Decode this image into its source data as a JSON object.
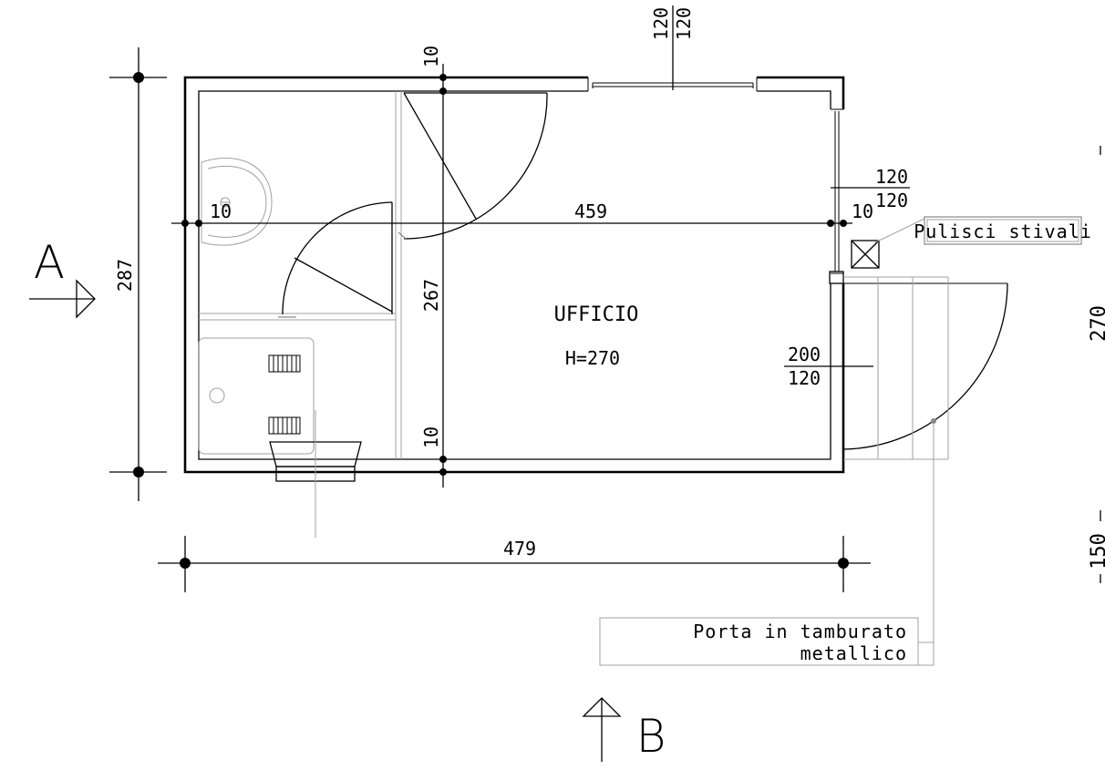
{
  "room": {
    "name": "UFFICIO",
    "height": "H=270"
  },
  "dimensions": {
    "overall_width": "479",
    "overall_height": "287",
    "inner_width": "459",
    "inner_height": "267",
    "wall_top": "10",
    "wall_bottom": "10",
    "wall_left": "10",
    "wall_right": "10",
    "window_top": [
      "120",
      "120"
    ],
    "window_right": [
      "120",
      "120"
    ],
    "door_right": [
      "200",
      "120"
    ],
    "edge_right_1": "270",
    "edge_right_2": "150"
  },
  "labels": {
    "boot_cleaner": "Pulisci stivali",
    "door_note_line1": "Porta in tamburato",
    "door_note_line2": "metallico"
  },
  "sections": {
    "a": "A",
    "b": "B"
  }
}
